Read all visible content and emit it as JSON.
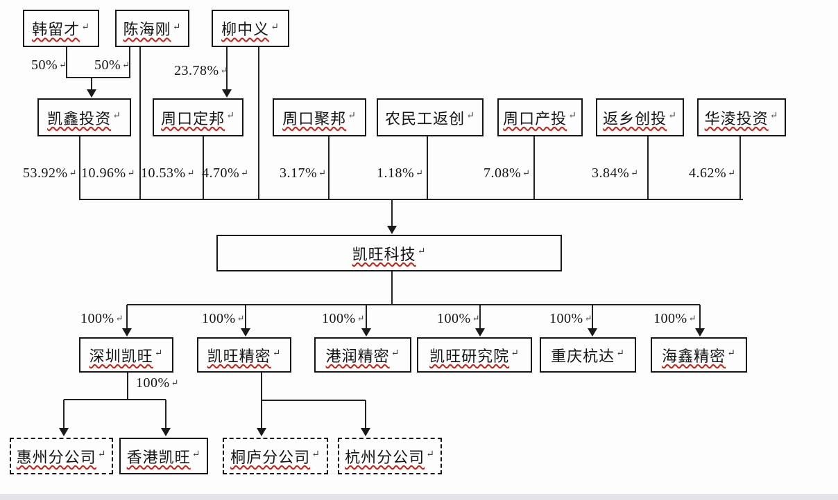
{
  "marks": {
    "return": "↵"
  },
  "nodes": {
    "han_liucai": "韩留才",
    "chen_haigang": "陈海刚",
    "liu_zhongyi": "柳中义",
    "kaixin_touzi": "凯鑫投资",
    "zhoukou_dingbang": "周口定邦",
    "zhoukou_jubang": "周口聚邦",
    "nongmingong_fanchuang": "农民工返创",
    "zhoukou_chantou": "周口产投",
    "fanxiang_chuangtou": "返乡创投",
    "hualing_touzi": "华淩投资",
    "kaiwang_keji": "凯旺科技",
    "shenzhen_kaiwang": "深圳凯旺",
    "kaiwang_jingmi": "凯旺精密",
    "gangrun_jingmi": "港润精密",
    "kaiwang_yanjiuyuan": "凯旺研究院",
    "chongqing_hangda": "重庆杭达",
    "haixin_jingmi": "海鑫精密",
    "huizhou_fengongsi": "惠州分公司",
    "xianggang_kaiwang": "香港凯旺",
    "tonglu_fengongsi": "桐庐分公司",
    "hangzhou_fengongsi": "杭州分公司"
  },
  "ownership_labels": {
    "han_to_kaixin": "50%",
    "chen_to_kaixin": "50%",
    "liu_to_dingbang": "23.78%",
    "kaixin_to_kaiwang": "53.92%",
    "chen_to_kaiwang": "10.96%",
    "dingbang_to_kaiwang": "10.53%",
    "liu_to_kaiwang": "4.70%",
    "jubang_to_kaiwang": "3.17%",
    "nongmingong_to_kaiwang": "1.18%",
    "chantou_to_kaiwang": "7.08%",
    "fanxiang_to_kaiwang": "3.84%",
    "hualing_to_kaiwang": "4.62%",
    "kaiwang_to_shenzhen": "100%",
    "kaiwang_to_jingmi": "100%",
    "kaiwang_to_gangrun": "100%",
    "kaiwang_to_yanjiuyuan": "100%",
    "kaiwang_to_chongqing": "100%",
    "kaiwang_to_haixin": "100%",
    "shenzhen_to_branches": "100%"
  },
  "colors": {
    "line": "#222222",
    "spellcheck_underline": "#cf1d10",
    "box_border": "#161616",
    "bottom_bar": "#e4e4e8"
  }
}
